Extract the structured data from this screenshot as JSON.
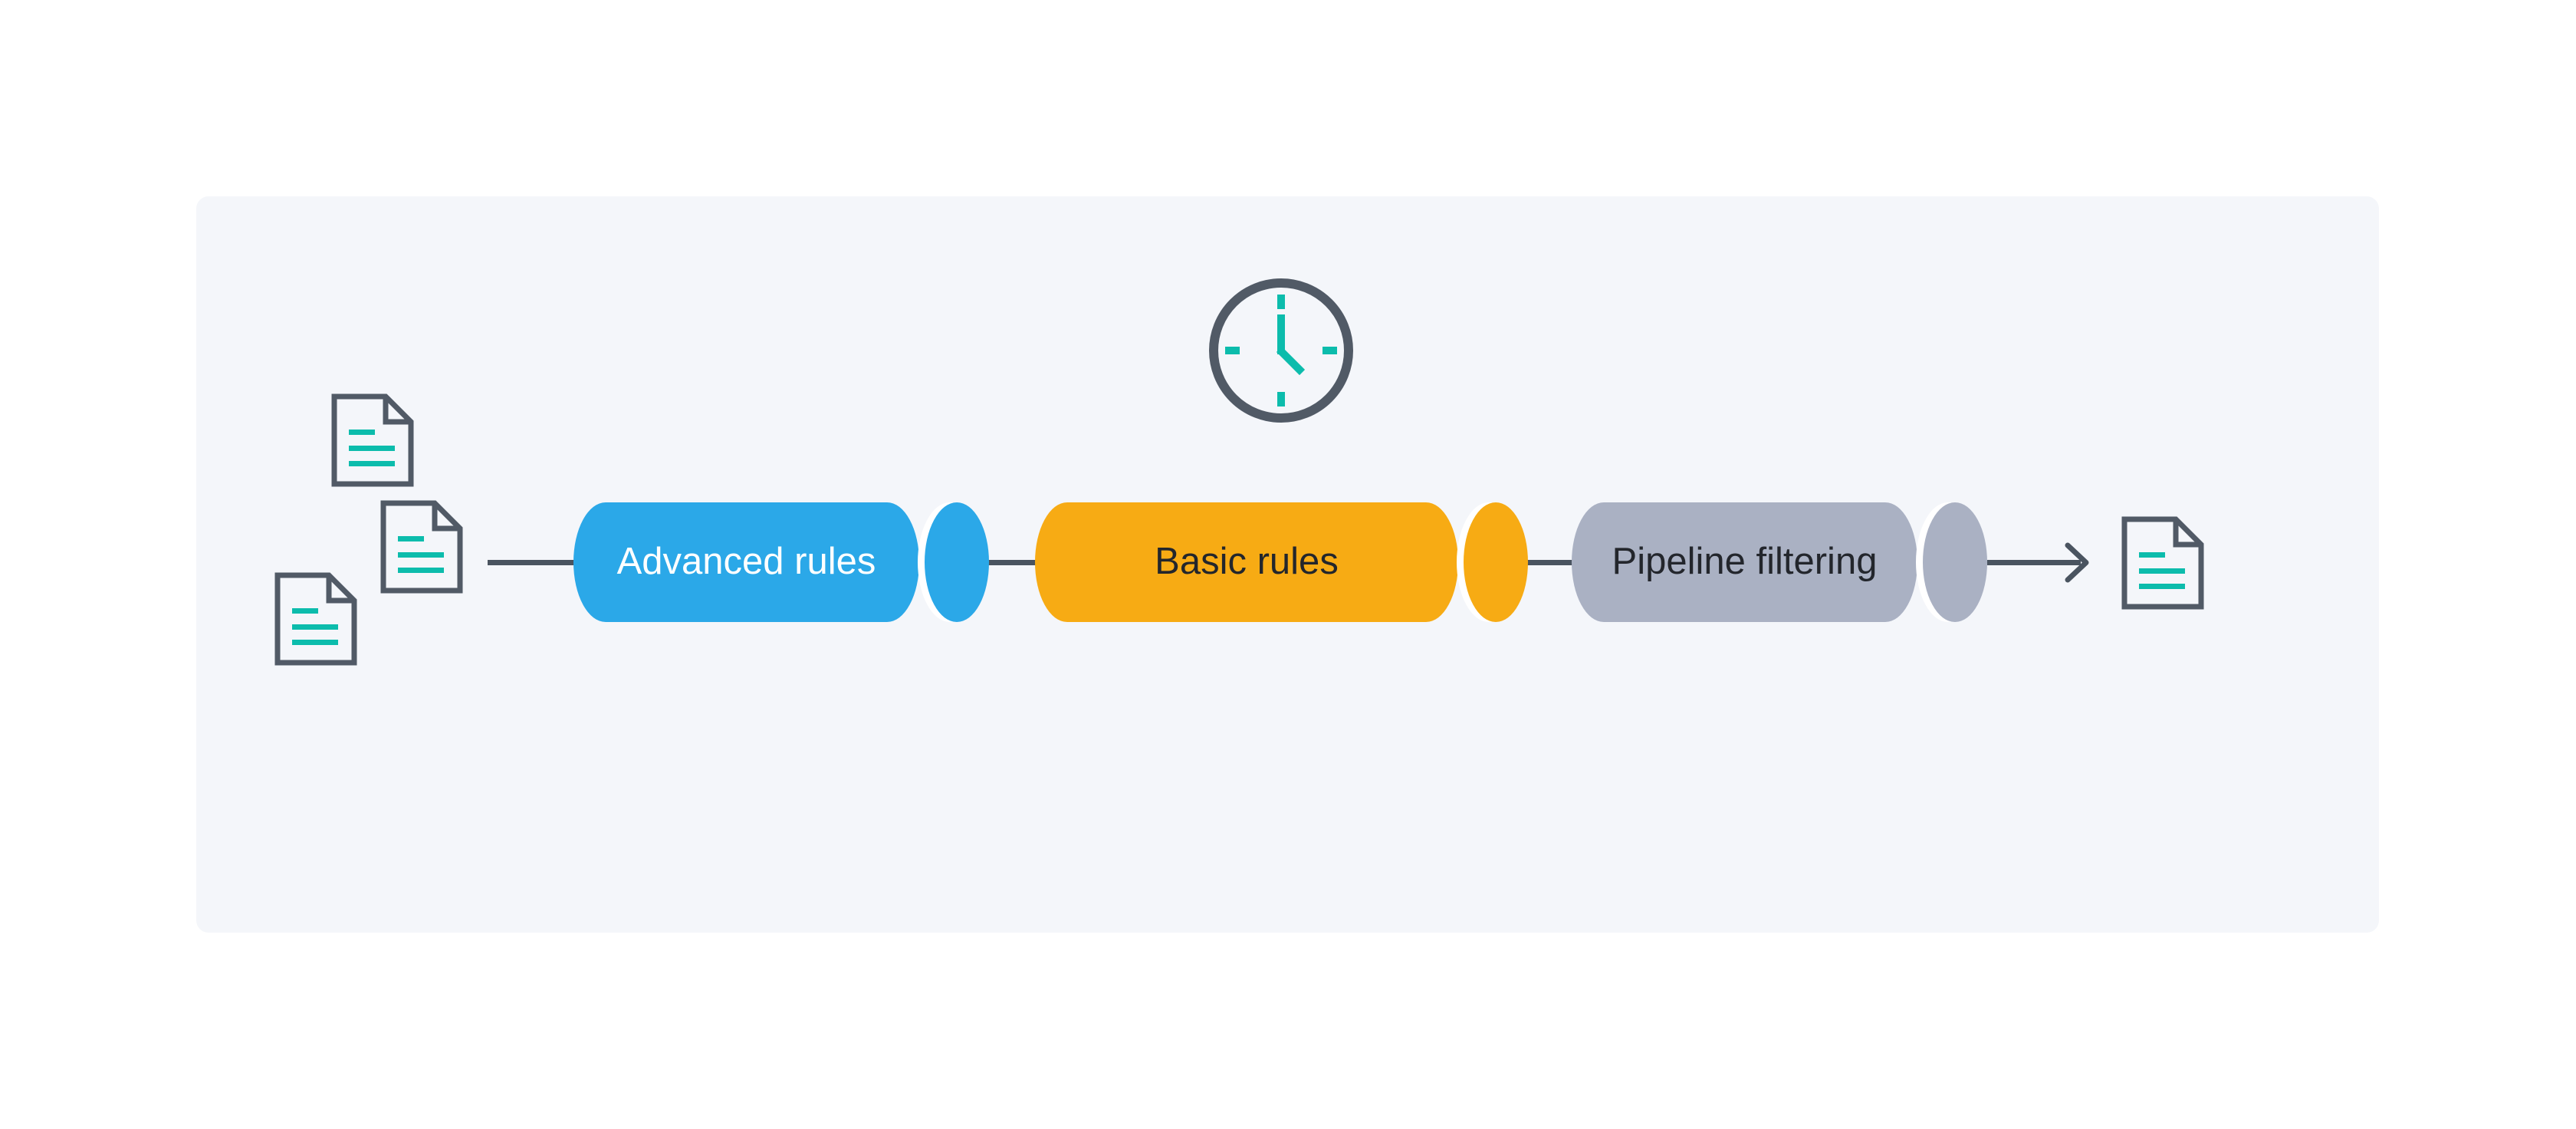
{
  "page": {
    "background": "#FFFFFF"
  },
  "panel": {
    "background": "#F4F6FA"
  },
  "pipeline": {
    "stages": [
      {
        "label": "Advanced rules",
        "color": "#2BA8E8",
        "text_color": "#FFFFFF"
      },
      {
        "label": "Basic rules",
        "color": "#F7AB14",
        "text_color": "#23262C"
      },
      {
        "label": "Pipeline filtering",
        "color": "#AAB1C3",
        "text_color": "#23262C"
      }
    ],
    "connector_color": "#4A5460",
    "cap_gap_color": "#FFFFFF"
  },
  "icons": {
    "input_documents": {
      "name": "document-icon",
      "count": 3,
      "outline_color": "#515A66",
      "line_color": "#0CBCAC"
    },
    "output_document": {
      "name": "document-icon",
      "count": 1,
      "outline_color": "#515A66",
      "line_color": "#0CBCAC"
    },
    "clock": {
      "name": "clock-icon",
      "ring_color": "#515A66",
      "marks_color": "#0CBCAC"
    },
    "arrow": {
      "name": "arrow-right-icon",
      "color": "#4A5460"
    }
  }
}
